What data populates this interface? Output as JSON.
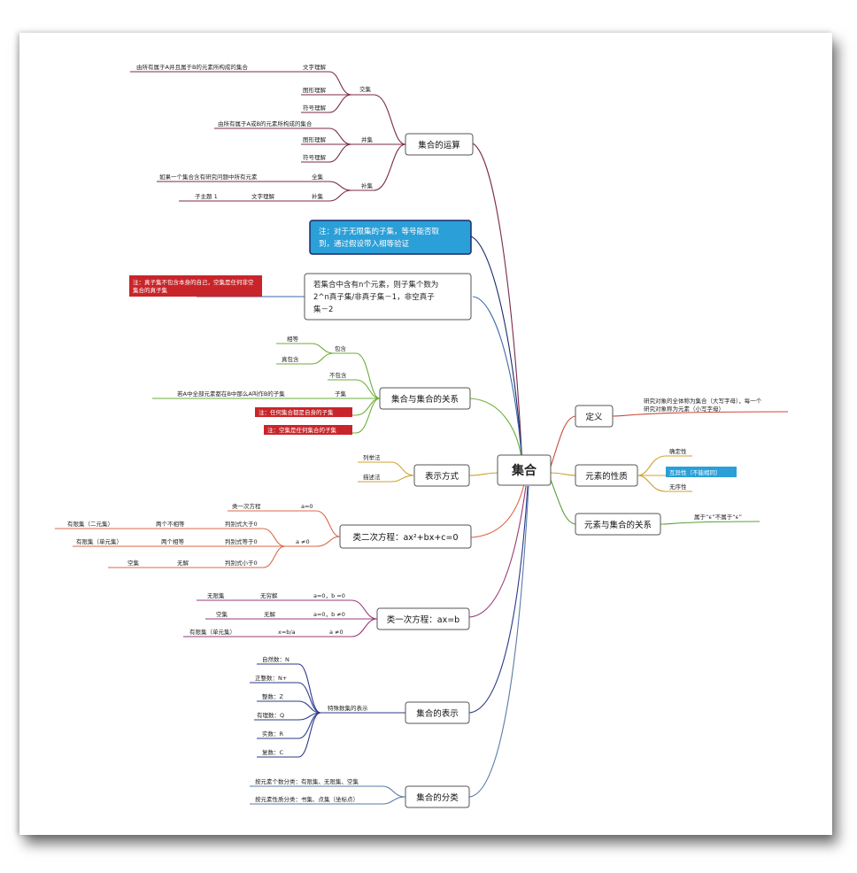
{
  "center": "集合",
  "right": {
    "definition": {
      "title": "定义",
      "text1": "研究对象的全体称为集合（大写字母），每一个",
      "text2": "研究对象称为元素（小写字母）"
    },
    "properties": {
      "title": "元素的性质",
      "items": [
        "确定性",
        "互异性（不能相同）",
        "无序性"
      ]
    },
    "relation": {
      "title": "元素与集合的关系",
      "text": "属于“ϵ”不属于“ϵ”"
    }
  },
  "operations": {
    "title": "集合的运算",
    "intersection": {
      "name": "交集",
      "text": "由所有属于A并且属于B的元素所构成的集合",
      "words": "文字理解",
      "graph": "图形理解",
      "symbol": "符号理解"
    },
    "union": {
      "name": "并集",
      "text": "由所有属于A或B的元素所构成的集合",
      "graph": "图形理解",
      "symbol": "符号理解"
    },
    "complement": {
      "name": "补集",
      "universal": "全集",
      "universal_text": "如果一个集合含有研究问题中所有元素",
      "comp": "补集",
      "words": "文字理解",
      "sub": "子主题 1"
    }
  },
  "note_blue": {
    "line1": "注：对于无限集的子集，等号能否取",
    "line2": "到，通过假设带入相等验证"
  },
  "subset_count": {
    "line1": "若集合中含有n个元素，则子集个数为",
    "line2": "2^n真子集/非真子集－1，非空真子",
    "line3": "集－2"
  },
  "note_red": {
    "line1": "注：真子集不包含本身的自己，空集是任何非空",
    "line2": "集合的真子集"
  },
  "set_relation": {
    "title": "集合与集合的关系",
    "contain": "包含",
    "equal": "相等",
    "proper": "真包含",
    "not_contain": "不包含",
    "subset": "子集",
    "subset_text": "若A中全部元素都在B中那么A叫作B的子集",
    "note1": "注：任何集合都是自身的子集",
    "note2": "注：空集是任何集合的子集"
  },
  "representation": {
    "title": "表示方式",
    "items": [
      "列举法",
      "描述法"
    ]
  },
  "quadratic": {
    "title": "类二次方程：ax²+bx+c=0",
    "linear_case": "类一次方程",
    "a0": "a=0",
    "aneq": "a ≠0",
    "rows": [
      {
        "left": "有限集（二元集）",
        "mid": "两个不相等",
        "right": "判别式大于0"
      },
      {
        "left": "有限集（单元集）",
        "mid": "两个相等",
        "right": "判别式等于0"
      },
      {
        "left": "空集",
        "mid": "无解",
        "right": "判别式小于0"
      }
    ]
  },
  "linear": {
    "title": "类一次方程：ax=b",
    "rows": [
      {
        "left": "无限集",
        "mid": "无穷解",
        "right": "a=0，b =0"
      },
      {
        "left": "空集",
        "mid": "无解",
        "right": "a=0，b ≠0"
      },
      {
        "left": "有限集（单元集）",
        "mid": "x=b/a",
        "right": "a ≠0"
      }
    ]
  },
  "notation": {
    "title": "集合的表示",
    "branch": "特殊数集的表示",
    "items": [
      "自然数：N",
      "正整数：N+",
      "整数：Z",
      "有理数：Q",
      "实数：R",
      "复数：C"
    ]
  },
  "classification": {
    "title": "集合的分类",
    "items": [
      "按元素个数分类：有限集、无限集、空集",
      "按元素性质分类：书集、点集（坐标点）"
    ]
  }
}
